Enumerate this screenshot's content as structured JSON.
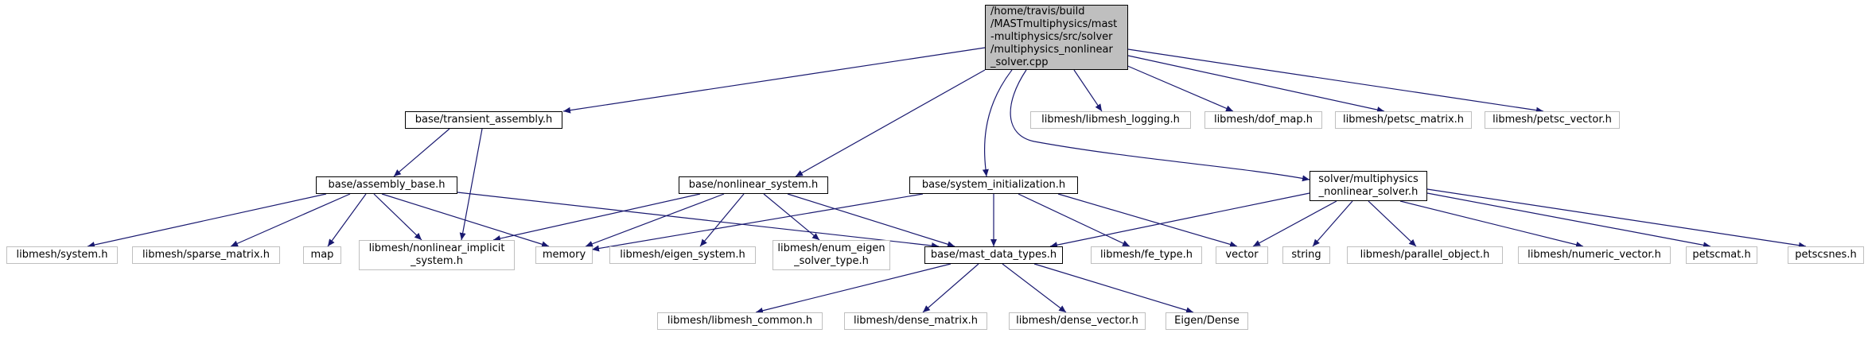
{
  "nodes": {
    "root": "/home/travis/build\n/MASTmultiphysics/mast\n-multiphysics/src/solver\n/multiphysics_nonlinear\n_solver.cpp",
    "transient_assembly": "base/transient_assembly.h",
    "libmesh_logging": "libmesh/libmesh_logging.h",
    "dof_map": "libmesh/dof_map.h",
    "petsc_matrix": "libmesh/petsc_matrix.h",
    "petsc_vector": "libmesh/petsc_vector.h",
    "assembly_base": "base/assembly_base.h",
    "nonlinear_system": "base/nonlinear_system.h",
    "system_initialization": "base/system_initialization.h",
    "multiphysics_solver": "solver/multiphysics\n_nonlinear_solver.h",
    "system": "libmesh/system.h",
    "sparse_matrix": "libmesh/sparse_matrix.h",
    "map": "map",
    "nonlinear_implicit": "libmesh/nonlinear_implicit\n_system.h",
    "memory": "memory",
    "eigen_system": "libmesh/eigen_system.h",
    "enum_eigen": "libmesh/enum_eigen\n_solver_type.h",
    "mast_data_types": "base/mast_data_types.h",
    "fe_type": "libmesh/fe_type.h",
    "vector": "vector",
    "string": "string",
    "parallel_object": "libmesh/parallel_object.h",
    "numeric_vector": "libmesh/numeric_vector.h",
    "petscmat": "petscmat.h",
    "petscsnes": "petscsnes.h",
    "libmesh_common": "libmesh/libmesh_common.h",
    "dense_matrix": "libmesh/dense_matrix.h",
    "dense_vector": "libmesh/dense_vector.h",
    "eigen_dense": "Eigen/Dense"
  },
  "colors": {
    "edge": "#191970",
    "known_border": "#000000",
    "ext_border": "#bfbfbf",
    "root_fill": "#bfbfbf"
  }
}
